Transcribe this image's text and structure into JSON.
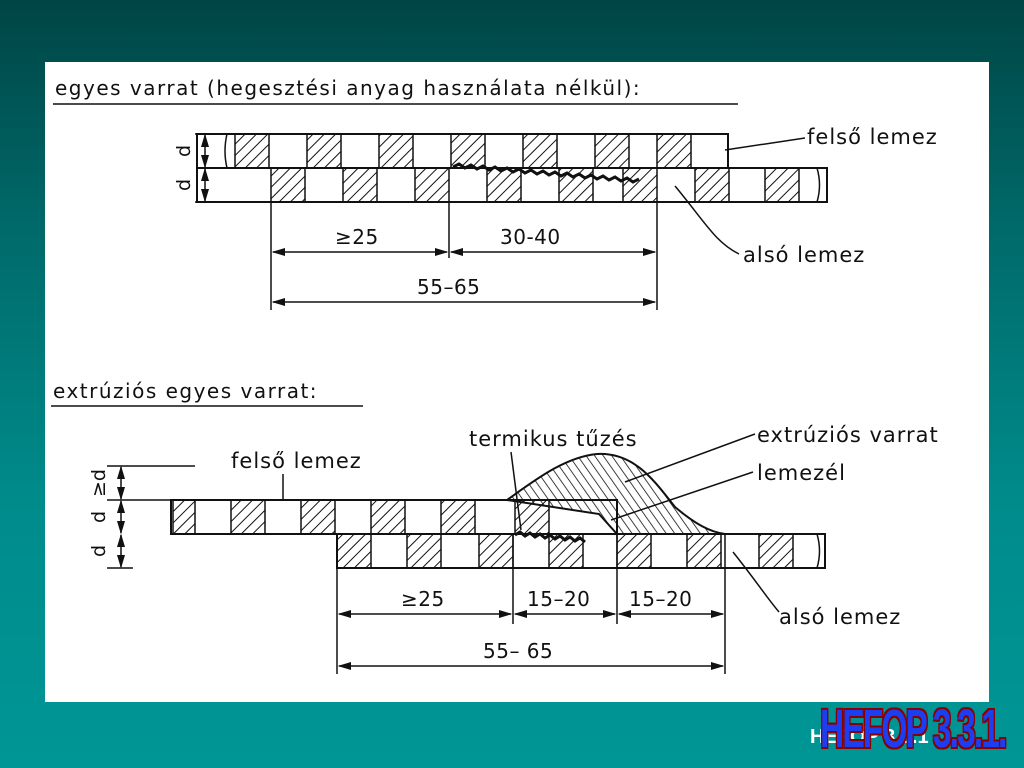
{
  "diagram": {
    "top": {
      "heading": "egyes varrat (hegesztési anyag használata nélkül):",
      "upper_sheet": "felső lemez",
      "lower_sheet": "alsó lemez",
      "thickness_upper": "d",
      "thickness_lower": "d",
      "dim_overlap": "≥25",
      "dim_weld": "30-40",
      "dim_total": "55–65"
    },
    "bottom": {
      "heading": "extrúziós egyes varrat:",
      "upper_sheet": "felső lemez",
      "thermal": "termikus tűzés",
      "extrusion_weld": "extrúziós varrat",
      "sheet_edge": "lemezél",
      "lower_sheet": "alsó lemez",
      "thickness_bead": "≥d",
      "thickness_upper": "d",
      "thickness_lower": "d",
      "dim_overlap": "≥25",
      "dim_a": "15–20",
      "dim_b": "15–20",
      "dim_total": "55– 65"
    }
  },
  "footer": {
    "label": "HEFOP 3.3.1",
    "logo": "HEFOP 3.3.1."
  }
}
